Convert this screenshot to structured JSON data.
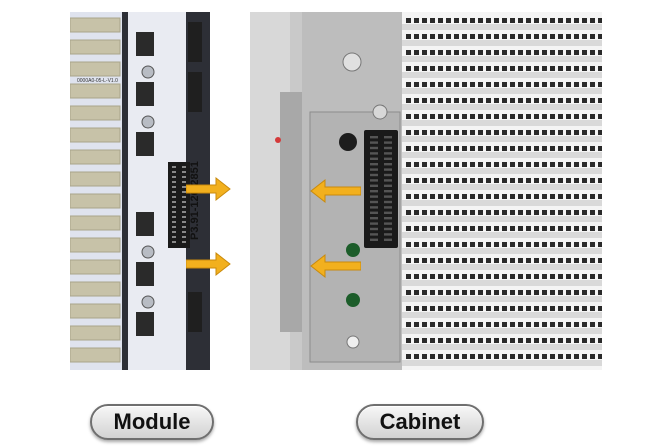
{
  "labels": {
    "module": "Module",
    "cabinet": "Cabinet"
  },
  "module_board": {
    "silkscreen_code": "P3.91-120-2851",
    "small_print": "0000A0-05-L-V1.0"
  },
  "colors": {
    "arrow": "#f2b01e",
    "pcb": "#dfe3ee",
    "pcb_frame": "#2b2b2b",
    "cabinet_metal": "#b9b9b9",
    "pin_header": "#1a1a1a"
  },
  "icons": {
    "arrow": "orange-right-arrow",
    "arrow_left": "orange-left-arrow"
  }
}
